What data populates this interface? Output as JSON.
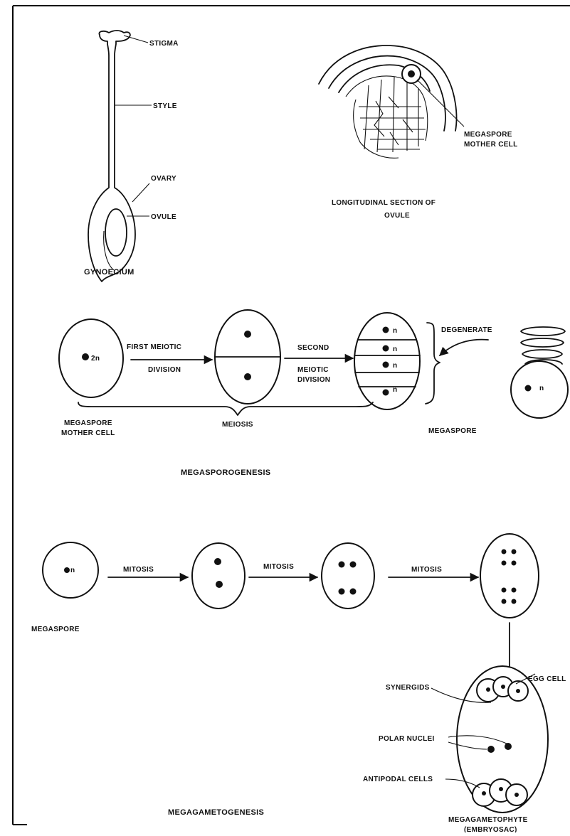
{
  "gynoecium": {
    "stigma": "STIGMA",
    "style": "STYLE",
    "ovary": "OVARY",
    "ovule": "OVULE",
    "title": "GYNOECIUM"
  },
  "ovule_section": {
    "label_line1": "MEGASPORE",
    "label_line2": "MOTHER CELL",
    "title_line1": "LONGITUDINAL SECTION OF",
    "title_line2": "OVULE"
  },
  "megasporogenesis": {
    "mother_cell_ploidy": "2n",
    "arrow1_line1": "FIRST MEIOTIC",
    "arrow1_line2": "DIVISION",
    "arrow2_line1": "SECOND",
    "arrow2_line2": "MEIOTIC",
    "arrow2_line3": "DIVISION",
    "haploid": [
      "n",
      "n",
      "n",
      "n"
    ],
    "degenerate": "DEGENERATE",
    "megaspore_ploidy": "n",
    "mother_label_line1": "MEGASPORE",
    "mother_label_line2": "MOTHER CELL",
    "meiosis": "MEIOSIS",
    "megaspore": "MEGASPORE",
    "title": "MEGASPOROGENESIS"
  },
  "megagametogenesis": {
    "megaspore_ploidy": "n",
    "mitosis": [
      "MITOSIS",
      "MITOSIS",
      "MITOSIS"
    ],
    "megaspore": "MEGASPORE",
    "synergids": "SYNERGIDS",
    "egg_cell": "EGG CELL",
    "polar_nuclei": "POLAR NUCLEI",
    "antipodal_cells": "ANTIPODAL CELLS",
    "megagametophyte_line1": "MEGAGAMETOPHYTE",
    "megagametophyte_line2": "(EMBRYOSAC)",
    "title": "MEGAGAMETOGENESIS"
  }
}
